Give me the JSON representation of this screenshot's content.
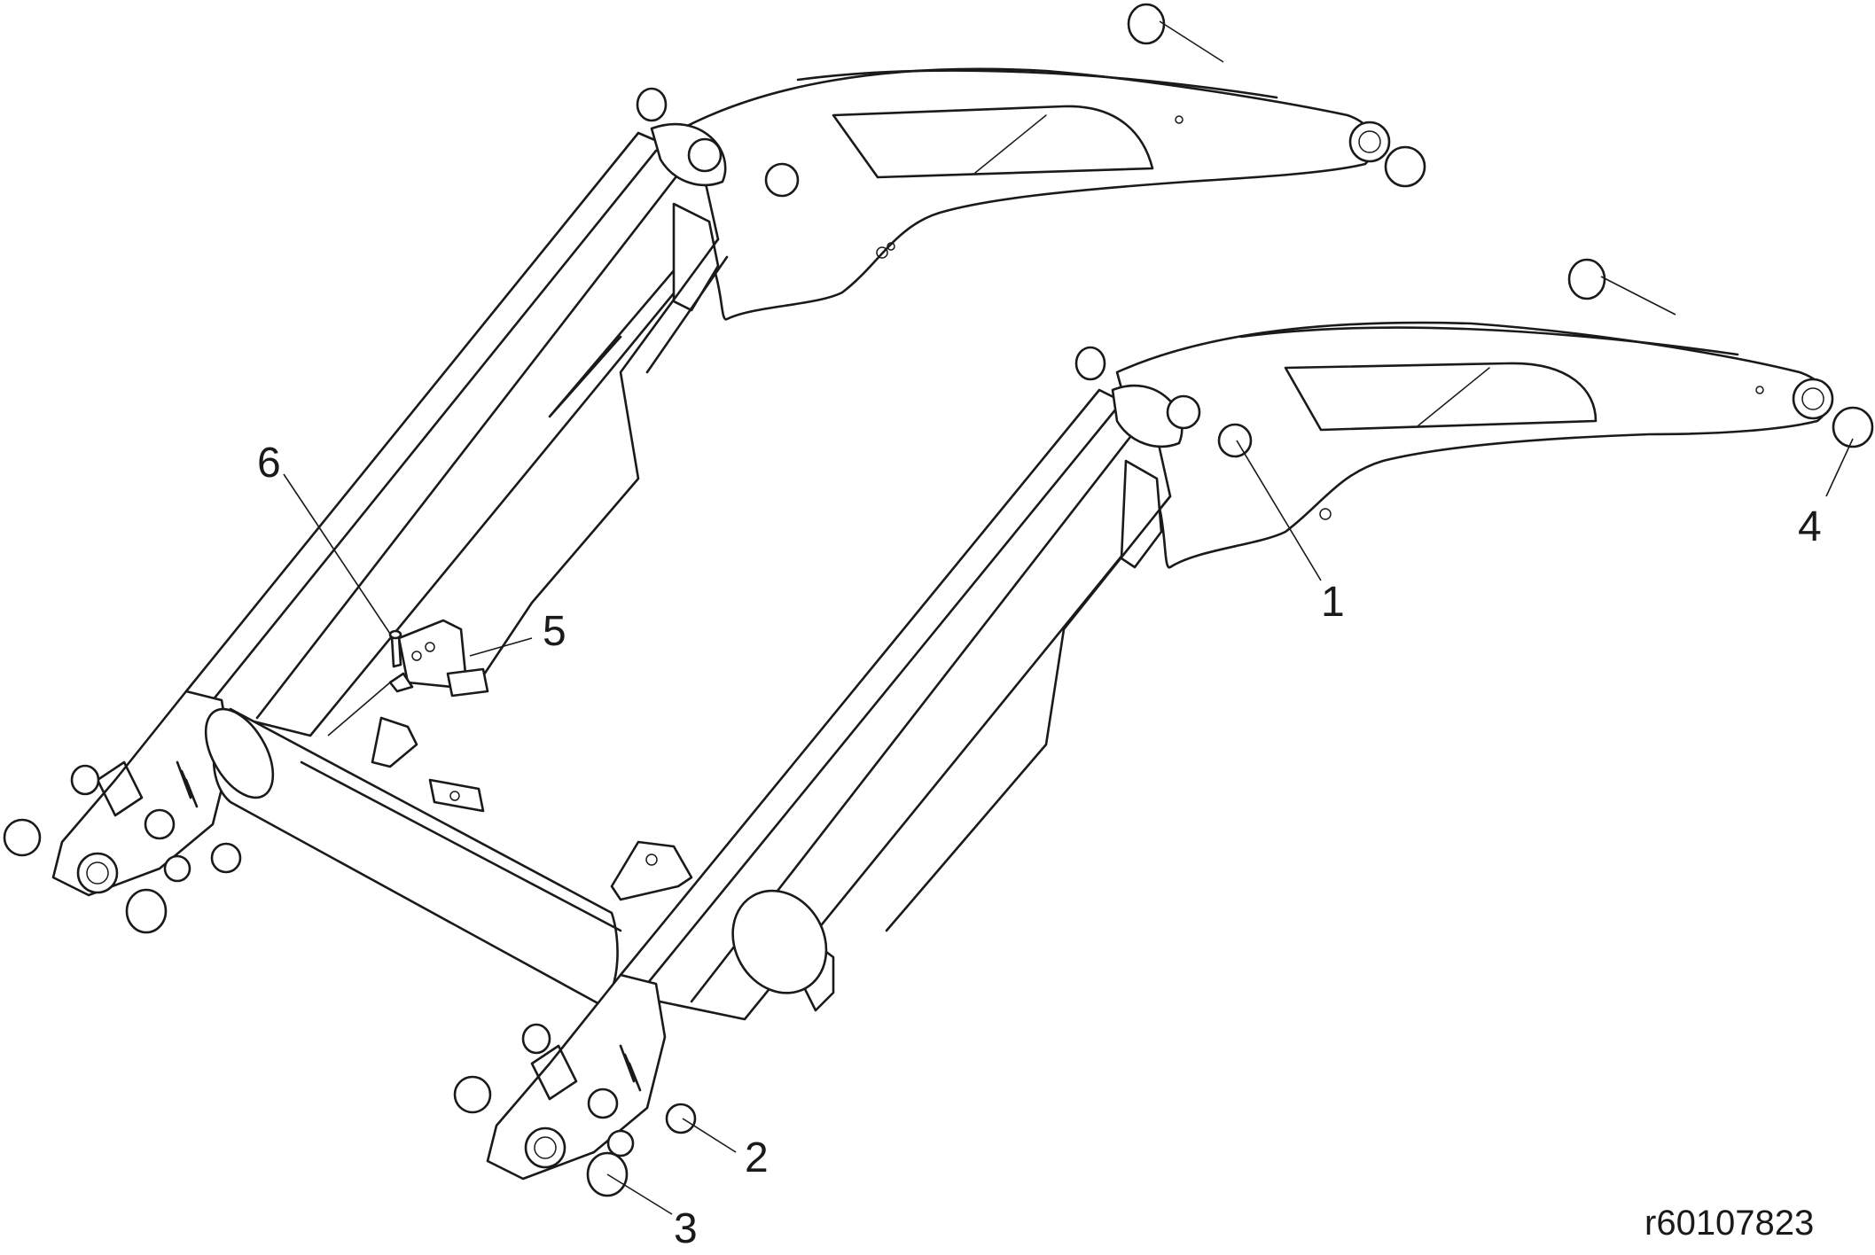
{
  "diagram": {
    "callouts": [
      {
        "id": "1",
        "label": "1"
      },
      {
        "id": "2",
        "label": "2"
      },
      {
        "id": "3",
        "label": "3"
      },
      {
        "id": "4",
        "label": "4"
      },
      {
        "id": "5",
        "label": "5"
      },
      {
        "id": "6",
        "label": "6"
      }
    ],
    "reference_number": "r60107823"
  }
}
